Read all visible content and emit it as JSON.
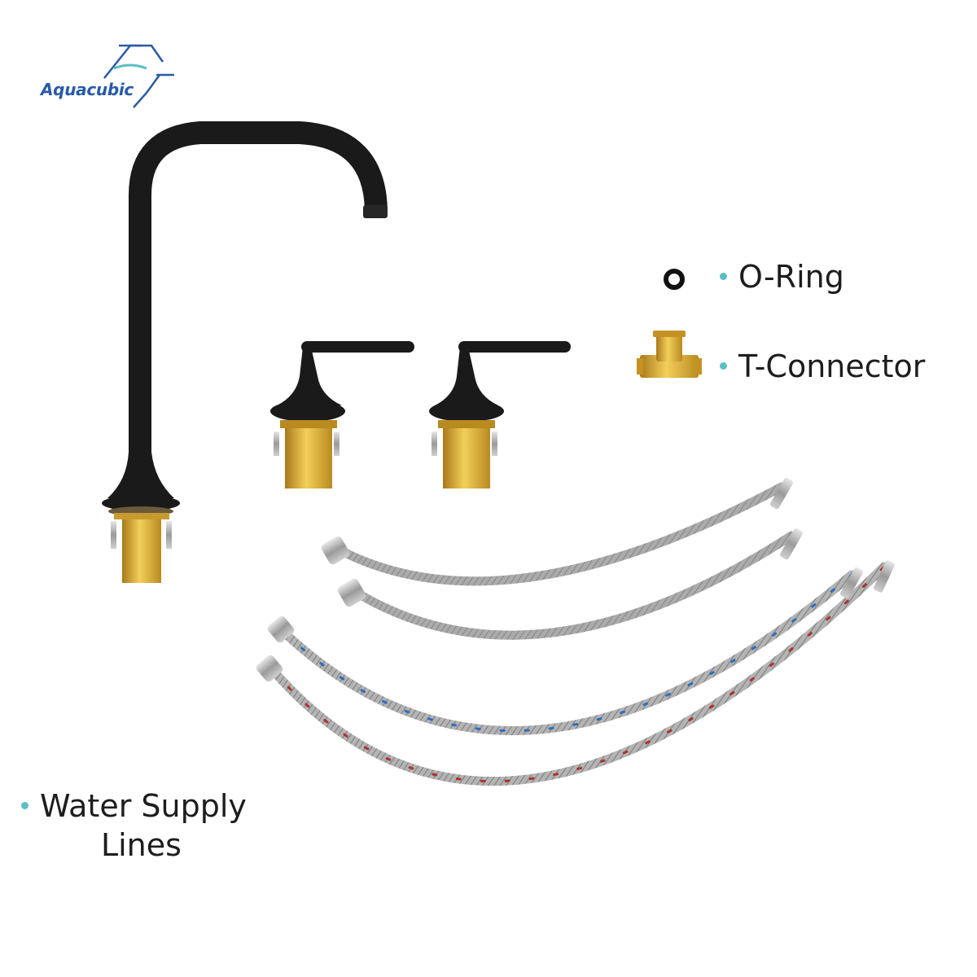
{
  "logo": {
    "text": "Aquacubic",
    "color": "#2a5aa8",
    "accent": "#5bbfc4"
  },
  "labels": {
    "oring": "O-Ring",
    "tconnector": "T-Connector",
    "water_line1": "Water Supply",
    "water_line2": "Lines"
  },
  "colors": {
    "bullet": "#5bbfc4",
    "faucet": "#1a1a1a",
    "brass": "#d4a62a",
    "hose": "#a9a9a9"
  }
}
